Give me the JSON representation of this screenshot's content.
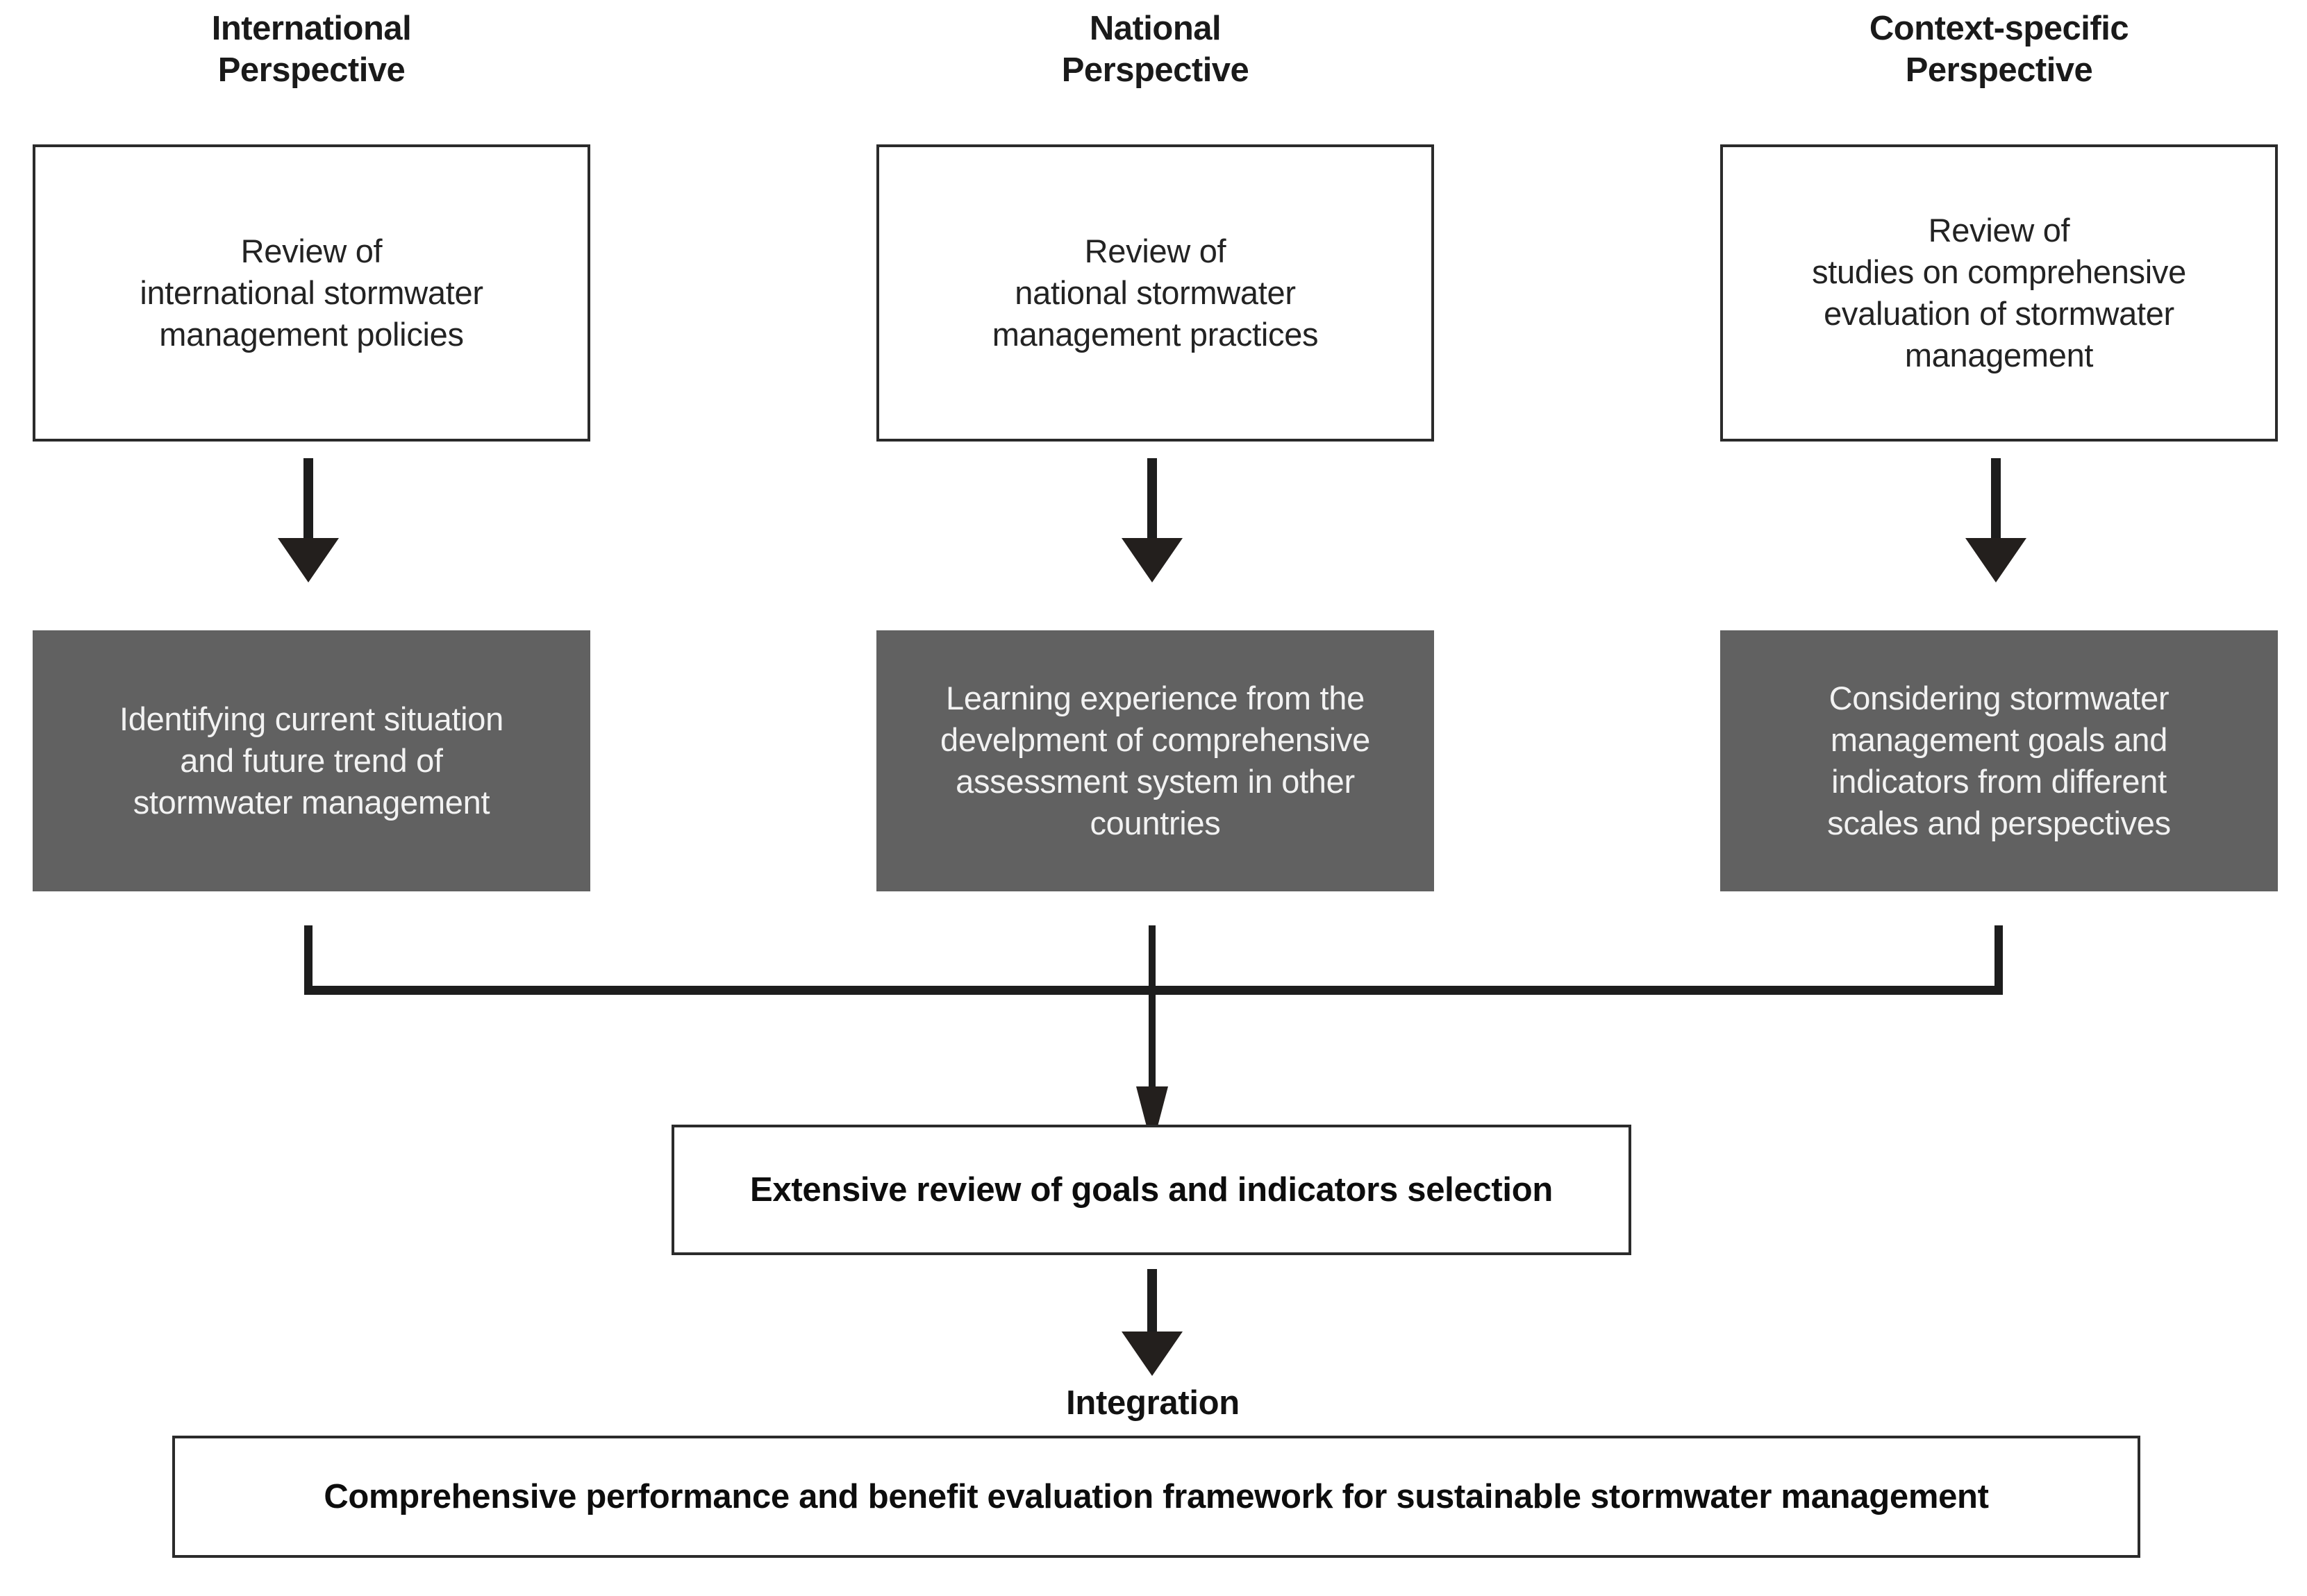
{
  "diagram": {
    "title_present": false,
    "columns": [
      {
        "heading_line1": "International",
        "heading_line2": "Perspective",
        "source_box": "Review of\ninternational stormwater\nmanagement policies",
        "outcome_box": "Identifying current situation\nand future trend of\nstormwater management"
      },
      {
        "heading_line1": "National",
        "heading_line2": "Perspective",
        "source_box": "Review of\nnational stormwater\nmanagement practices",
        "outcome_box": "Learning experience from the\ndevelpment of comprehensive\nassessment system in other\ncountries"
      },
      {
        "heading_line1": "Context-specific",
        "heading_line2": "Perspective",
        "source_box": "Review of\nstudies on comprehensive\nevaluation of stormwater\nmanagement",
        "outcome_box": "Considering stormwater\nmanagement goals and\nindicators  from different\nscales and perspectives"
      }
    ],
    "merge_box": "Extensive review of  goals and indicators selection",
    "integration_label": "Integration",
    "final_box": "Comprehensive performance and benefit evaluation framework for sustainable stormwater management",
    "colors": {
      "gray_fill": "#616161",
      "box_border": "#2b2b2b",
      "connector": "#1d1d1d",
      "gray_text": "#f2f2f2",
      "body_text": "#232323",
      "background": "#ffffff"
    }
  }
}
